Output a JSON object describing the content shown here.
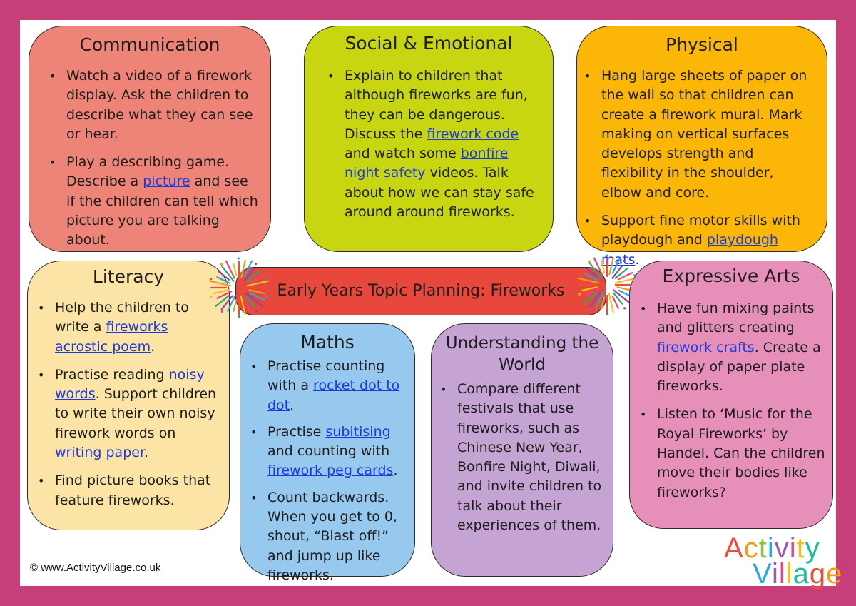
{
  "title": "Early Years Topic Planning: Fireworks",
  "footer": "© www.ActivityVillage.co.uk",
  "logo": {
    "line1": "Activity",
    "line2": "Village"
  },
  "bullet": "•",
  "colors": {
    "frame": "#c63f78",
    "communication": "#ee8377",
    "social": "#c8d611",
    "physical": "#fbb608",
    "literacy": "#fce4a6",
    "maths": "#97c8ee",
    "understanding": "#c5a3d3",
    "expressive": "#e68fb9",
    "banner": "#e8483b",
    "link": "#1a3bd8"
  },
  "communication": {
    "heading": "Communication",
    "items": [
      {
        "a": "Watch a video of a firework display. Ask the children to describe what they can see or hear."
      },
      {
        "a": "Play a describing game. Describe a ",
        "link": "picture",
        "b": " and see if the children can tell which picture you are talking about."
      }
    ]
  },
  "social": {
    "heading": "Social & Emotional",
    "item": {
      "a": "Explain to children that although fireworks are fun, they can be dangerous. Discuss the ",
      "link1": "firework code",
      "b": " and watch some ",
      "link2": "bonfire night safety",
      "c": " videos. Talk about how we can stay safe around around fireworks."
    }
  },
  "physical": {
    "heading": "Physical",
    "items": [
      {
        "a": "Hang large sheets of paper on the wall so that children can create a firework mural. Mark making on vertical surfaces develops strength and flexibility in the shoulder, elbow and core."
      },
      {
        "a": "Support fine motor skills with playdough and ",
        "link": "playdough mats",
        "b": "."
      }
    ]
  },
  "literacy": {
    "heading": "Literacy",
    "items": [
      {
        "a": "Help the children to write a ",
        "link": "fireworks acrostic poem",
        "b": "."
      },
      {
        "a": "Practise reading ",
        "link": "noisy words",
        "b": ". Support children to write their own noisy firework words on ",
        "link2": "writing paper",
        "c": "."
      },
      {
        "a": "Find picture books that feature fireworks."
      }
    ]
  },
  "maths": {
    "heading": "Maths",
    "items": [
      {
        "a": "Practise counting with a ",
        "link": "rocket dot to dot",
        "b": "."
      },
      {
        "a": "Practise ",
        "link": "subitising",
        "b": " and counting with ",
        "link2": "firework peg cards",
        "c": "."
      },
      {
        "a": "Count backwards. When you get to 0, shout, “Blast off!” and jump up like fireworks."
      }
    ]
  },
  "understanding": {
    "heading": "Understanding the World",
    "item": {
      "a": "Compare different festivals that use fireworks, such as Chinese New Year, Bonfire Night, Diwali, and invite children to talk about their experiences of them."
    }
  },
  "expressive": {
    "heading": "Expressive Arts",
    "items": [
      {
        "a": "Have fun mixing paints and glitters creating ",
        "link": "firework crafts",
        "b": ". Create a display of paper plate fireworks."
      },
      {
        "a": "Listen to ‘Music for the Royal Fireworks’ by Handel. Can the children move their bodies like fireworks?"
      }
    ]
  }
}
